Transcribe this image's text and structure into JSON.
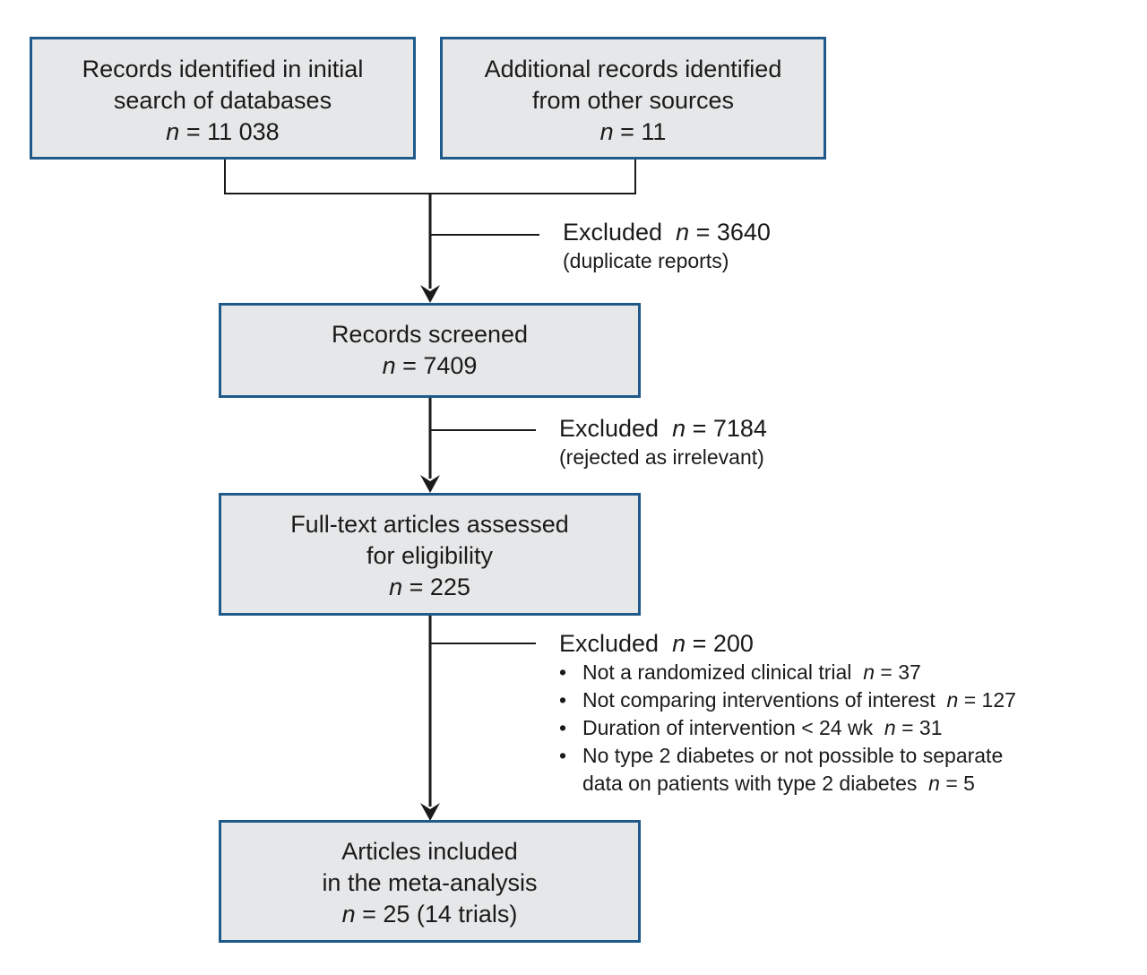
{
  "boxes": {
    "identified_db": {
      "line1": "Records identified in initial",
      "line2": "search of databases",
      "n_label": "n",
      "n_value": " = 11 038"
    },
    "identified_other": {
      "line1": "Additional records identified",
      "line2": "from other sources",
      "n_label": "n",
      "n_value": " = 11"
    },
    "screened": {
      "line1": "Records screened",
      "n_label": "n",
      "n_value": " = 7409"
    },
    "fulltext": {
      "line1": "Full-text articles assessed",
      "line2": "for eligibility",
      "n_label": "n",
      "n_value": " = 225"
    },
    "included": {
      "line1": "Articles included",
      "line2": "in the meta-analysis",
      "n_label": "n",
      "n_value": " = 25 (14 trials)"
    }
  },
  "exclusions": {
    "duplicates": {
      "label": "Excluded  ",
      "n_label": "n",
      "n_value": " = 3640",
      "reason": "(duplicate reports)"
    },
    "irrelevant": {
      "label": "Excluded  ",
      "n_label": "n",
      "n_value": " = 7184",
      "reason": "(rejected as irrelevant)"
    },
    "fulltext": {
      "label": "Excluded  ",
      "n_label": "n",
      "n_value": " = 200",
      "reasons": [
        {
          "text": "Not a randomized clinical trial  ",
          "n_label": "n",
          "n_value": " = 37"
        },
        {
          "text": "Not comparing interventions of interest  ",
          "n_label": "n",
          "n_value": " = 127"
        },
        {
          "text": "Duration of intervention < 24 wk  ",
          "n_label": "n",
          "n_value": " = 31"
        },
        {
          "text": "No type 2 diabetes or not possible to separate",
          "text2": "data on patients with type 2 diabetes  ",
          "n_label": "n",
          "n_value": " = 5"
        }
      ]
    }
  },
  "colors": {
    "box_fill": "#e6e7e8",
    "box_border": "#1f5a8a",
    "line": "#1a1a1a"
  }
}
